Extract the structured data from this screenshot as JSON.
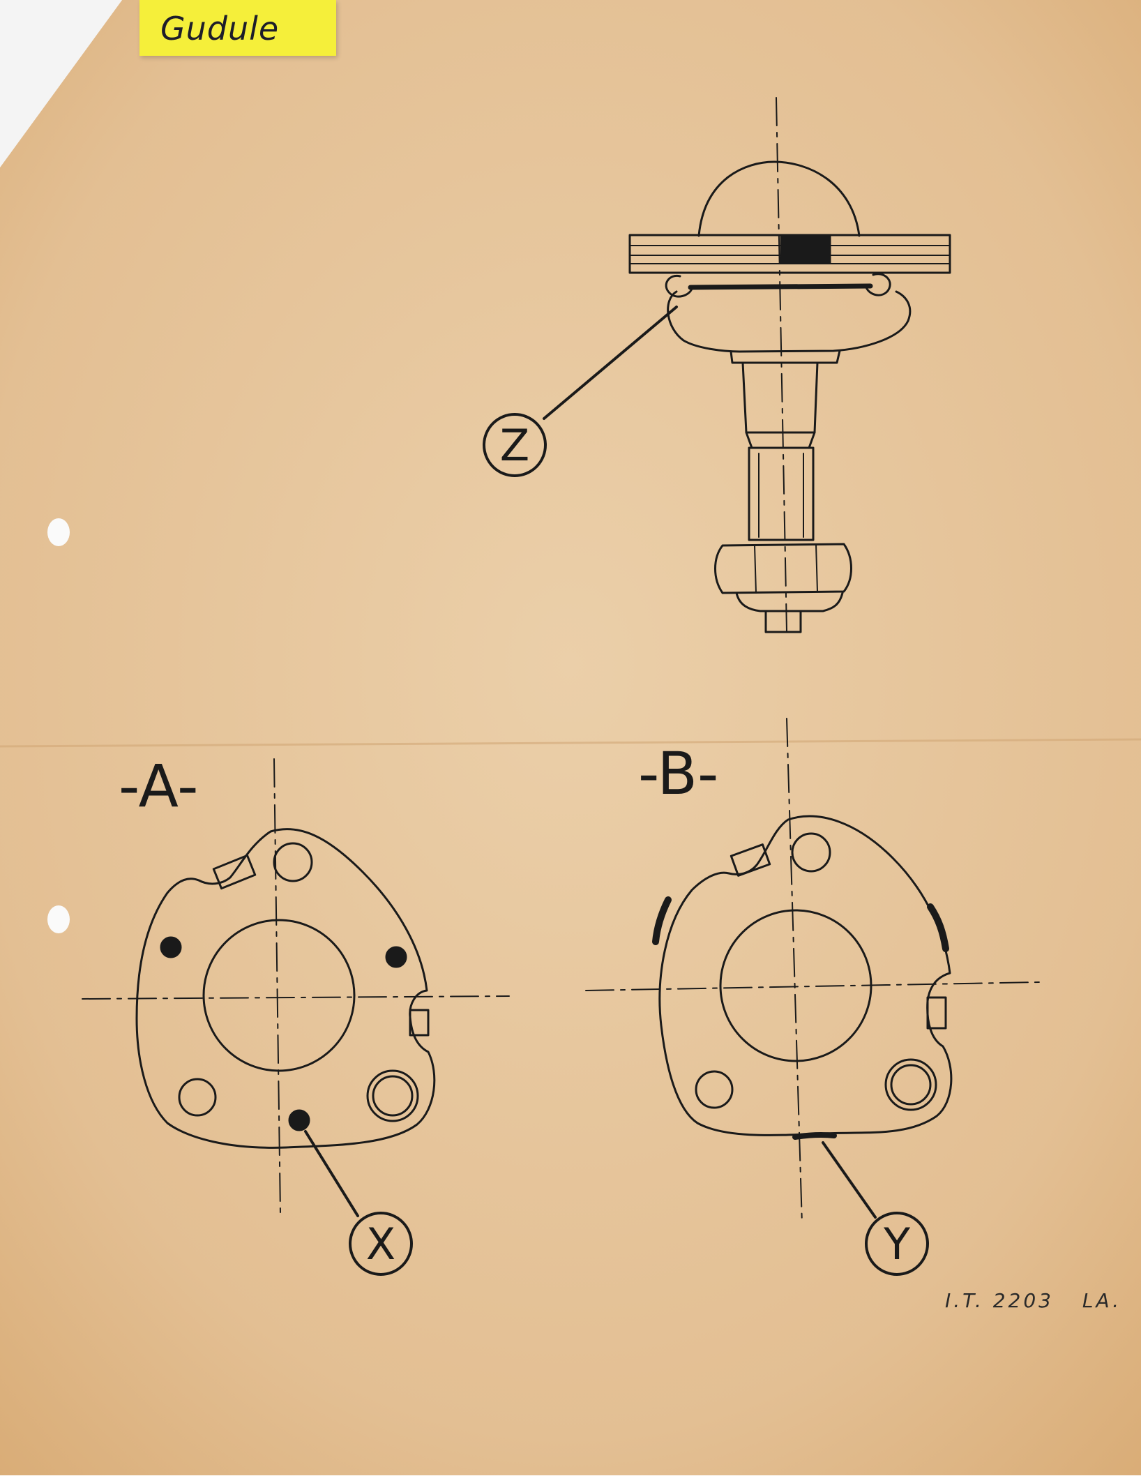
{
  "sticky_note": {
    "text": "Gudule"
  },
  "views": [
    {
      "id": "A",
      "label": "-A-"
    },
    {
      "id": "B",
      "label": "-B-"
    }
  ],
  "callouts": [
    {
      "letter": "Z"
    },
    {
      "letter": "X"
    },
    {
      "letter": "Y"
    }
  ],
  "drawing_ref": {
    "number": "I.T. 2203",
    "initials": "LA."
  },
  "colors": {
    "paper": "#e7c69d",
    "ink": "#1a1a1a",
    "sticky": "#f5ef3a"
  }
}
